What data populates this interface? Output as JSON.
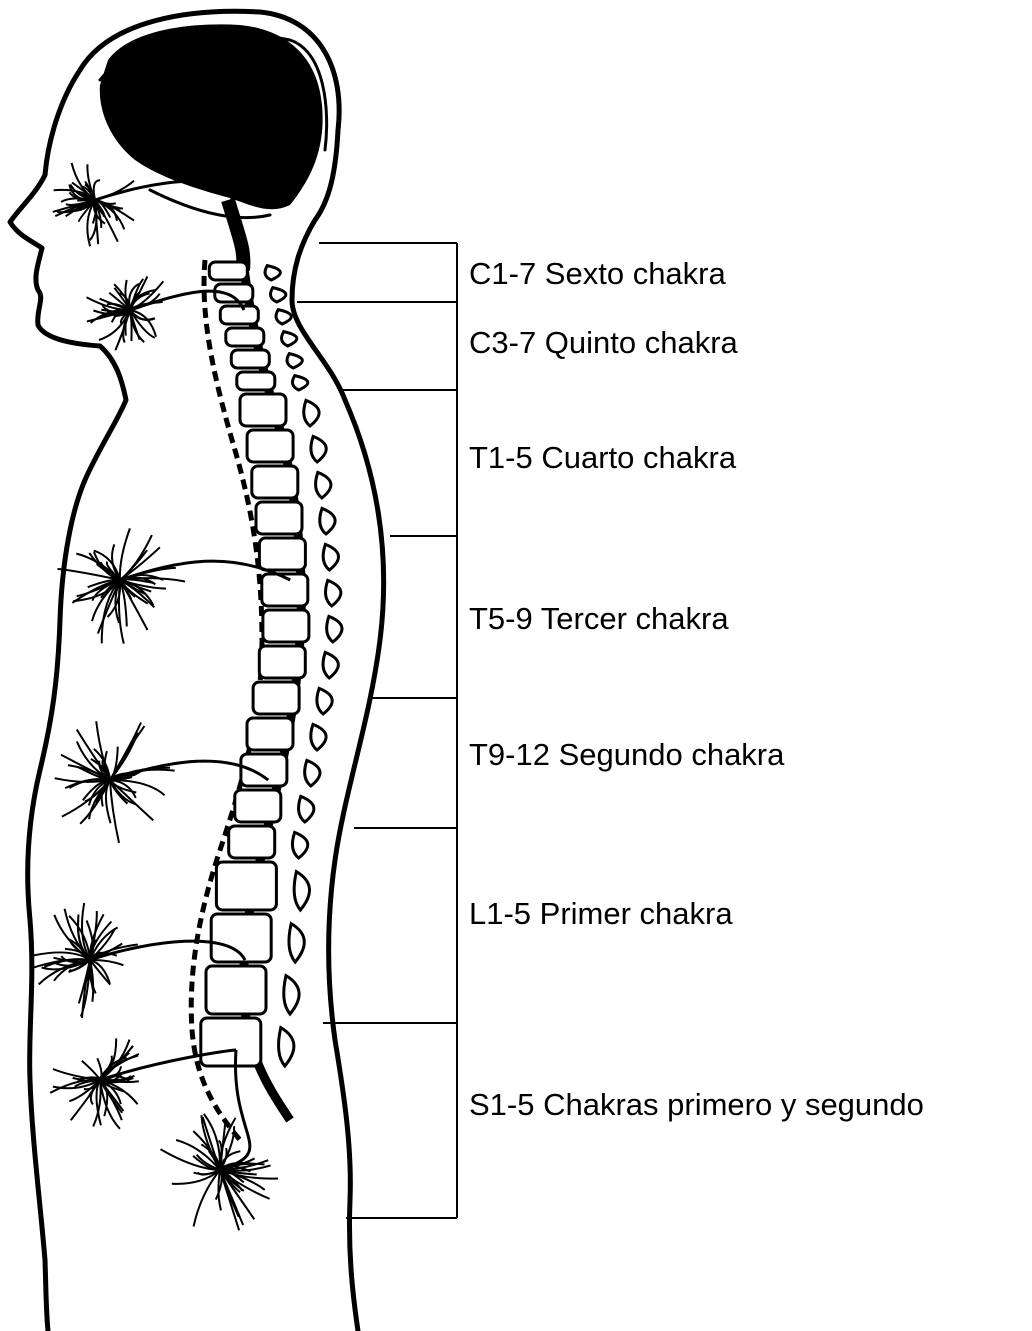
{
  "figure": {
    "subject": "Silueta humana de perfil con el sistema nervioso y la columna vertebral",
    "colors": {
      "ink": "#000000",
      "paper": "#ffffff"
    }
  },
  "labels": [
    {
      "text": "C1-7 Sexto chakra"
    },
    {
      "text": "C3-7 Quinto chakra"
    },
    {
      "text": "T1-5 Cuarto chakra"
    },
    {
      "text": "T5-9 Tercer chakra"
    },
    {
      "text": "T9-12 Segundo chakra"
    },
    {
      "text": "L1-5 Primer chakra"
    },
    {
      "text": "S1-5 Chakras primero y segundo"
    }
  ]
}
